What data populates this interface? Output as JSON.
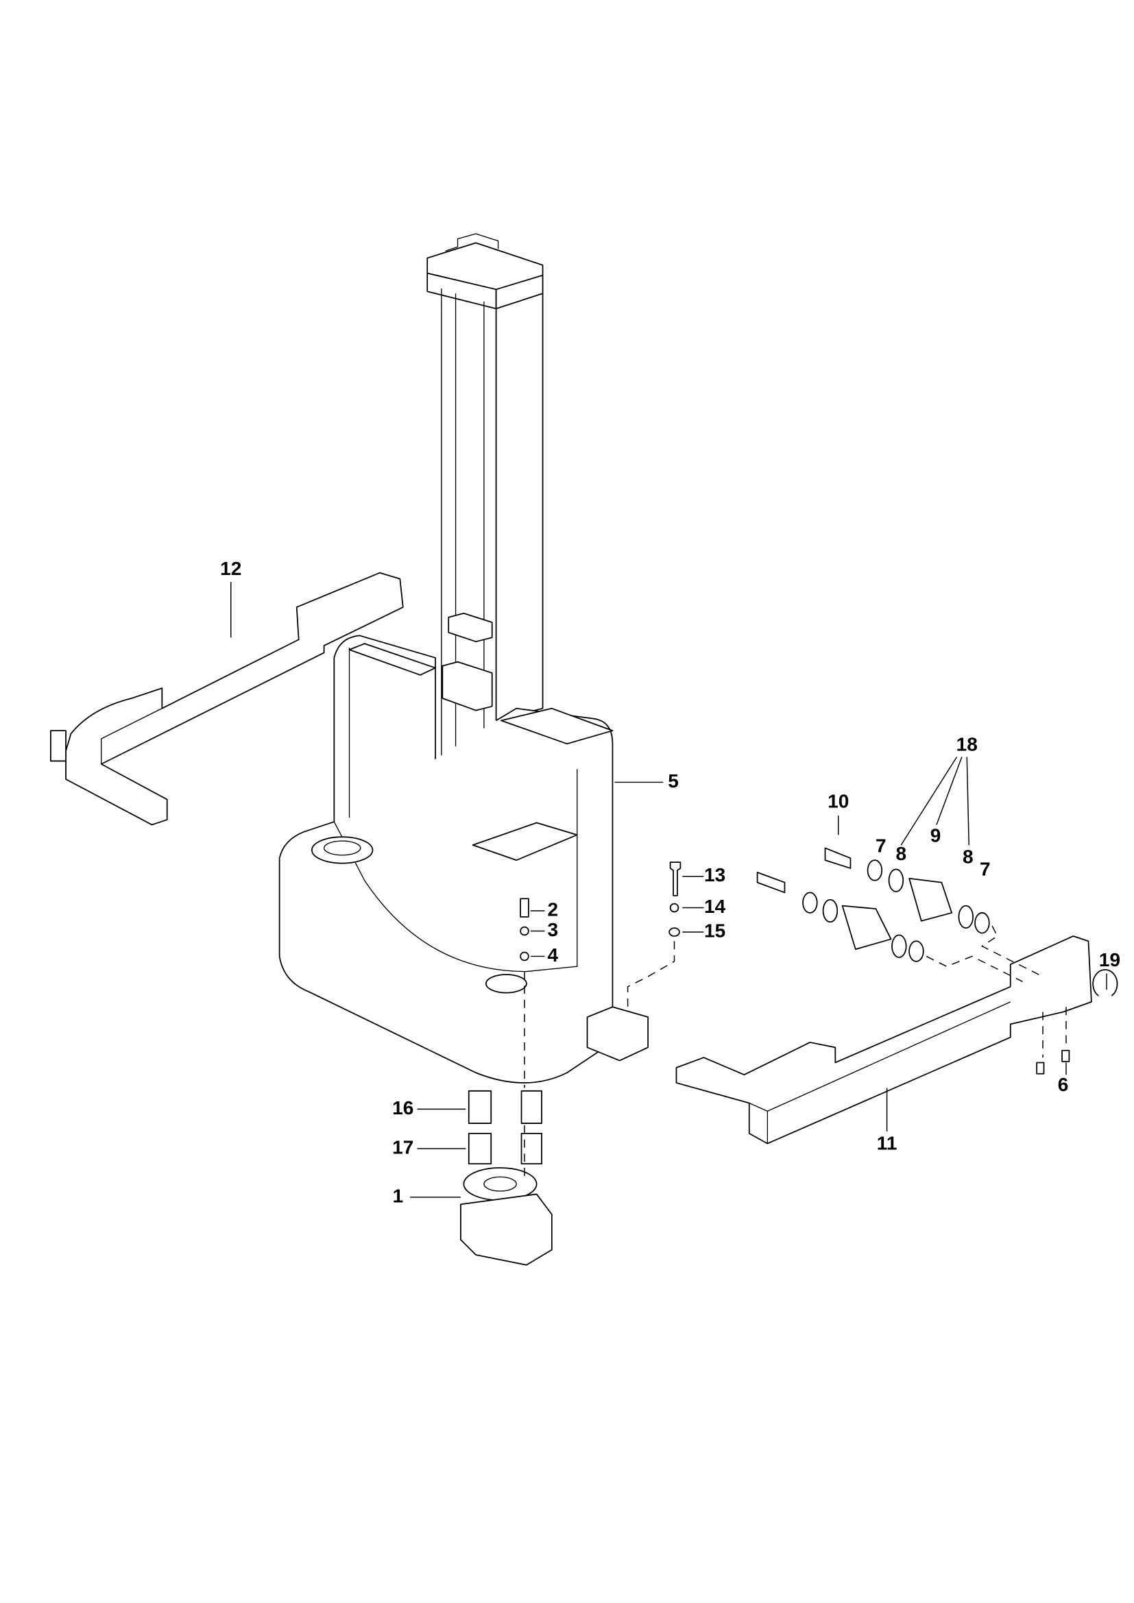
{
  "diagram": {
    "type": "exploded parts diagram",
    "callouts": {
      "c1": "1",
      "c2": "2",
      "c3": "3",
      "c4": "4",
      "c5": "5",
      "c6": "6",
      "c7a": "7",
      "c7b": "7",
      "c8a": "8",
      "c8b": "8",
      "c9": "9",
      "c10": "10",
      "c11": "11",
      "c12": "12",
      "c13": "13",
      "c14": "14",
      "c15": "15",
      "c16": "16",
      "c17": "17",
      "c18": "18",
      "c19": "19"
    }
  }
}
